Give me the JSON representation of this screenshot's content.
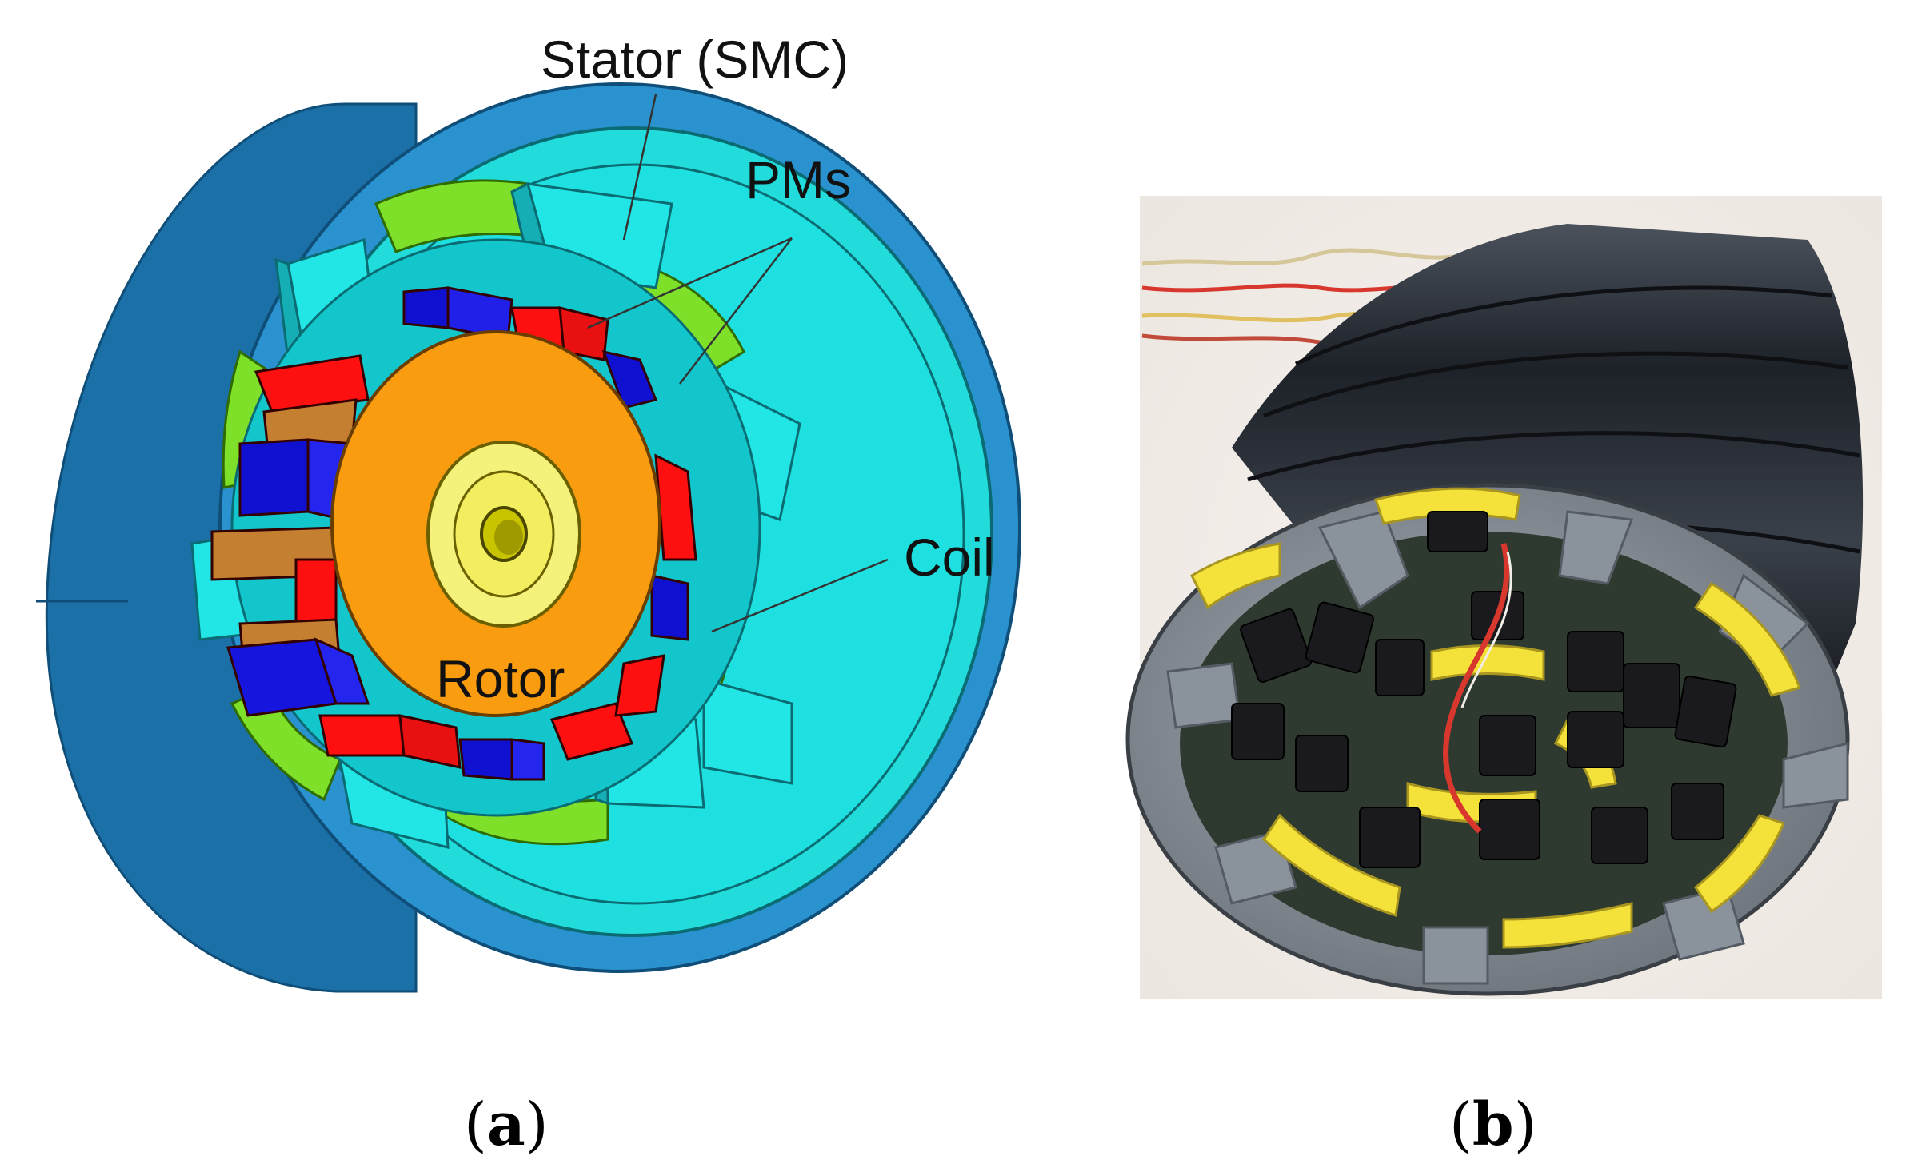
{
  "panel_a": {
    "labels": {
      "stator": "Stator (SMC)",
      "pms": "PMs",
      "coil": "Coil",
      "rotor": "Rotor"
    },
    "caption": {
      "open": "(",
      "letter": "a",
      "close": ")"
    },
    "colors": {
      "housing": "#1E7DB8",
      "housing_face": "#2A93CF",
      "stator": "#1FE0E0",
      "stator_dark": "#15AEB4",
      "coil": "#7FE02A",
      "rotor": "#F99C0F",
      "hub": "#F4F27A",
      "shaft": "#C9C400",
      "pm_red": "#FF1010",
      "pm_blue": "#1010D0",
      "pm_brown": "#C47F30"
    }
  },
  "panel_b": {
    "caption": {
      "open": "(",
      "letter": "b",
      "close": ")"
    },
    "colors": {
      "body": "#2B3038",
      "face": "#8A929B",
      "coil": "#F4E23A",
      "magnet": "#1A1A1E",
      "wire_red": "#D8372E"
    }
  }
}
